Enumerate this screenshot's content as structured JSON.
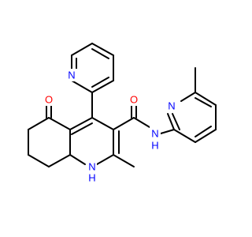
{
  "molecule": {
    "atom_labels": {
      "ketone_o": "O",
      "pyridyl_n": "N",
      "amide_o": "O",
      "amide_nh_n": "N",
      "amide_nh_h": "H",
      "methylpyridyl_n": "N",
      "ring_nh_n": "N",
      "ring_nh_h": "H"
    },
    "colors": {
      "bond": "#000000",
      "oxygen": "#ff0000",
      "nitrogen": "#0000ff",
      "background": "#ffffff"
    }
  }
}
